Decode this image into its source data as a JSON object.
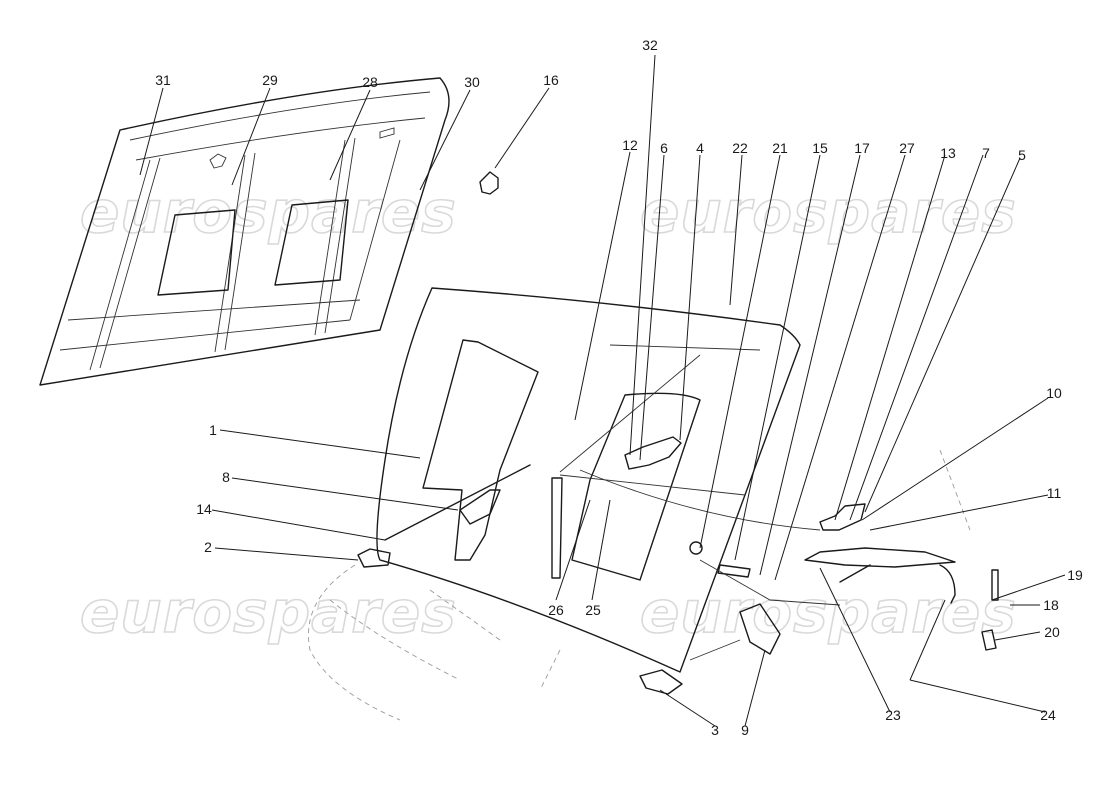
{
  "watermark": [
    "eurospares",
    "eurospares",
    "eurospares",
    "eurospares"
  ],
  "callouts": [
    "32",
    "31",
    "29",
    "28",
    "30",
    "16",
    "12",
    "6",
    "4",
    "22",
    "21",
    "15",
    "17",
    "27",
    "13",
    "7",
    "5",
    "1",
    "10",
    "11",
    "8",
    "14",
    "2",
    "19",
    "18",
    "20",
    "26",
    "25",
    "23",
    "24",
    "3",
    "9"
  ]
}
